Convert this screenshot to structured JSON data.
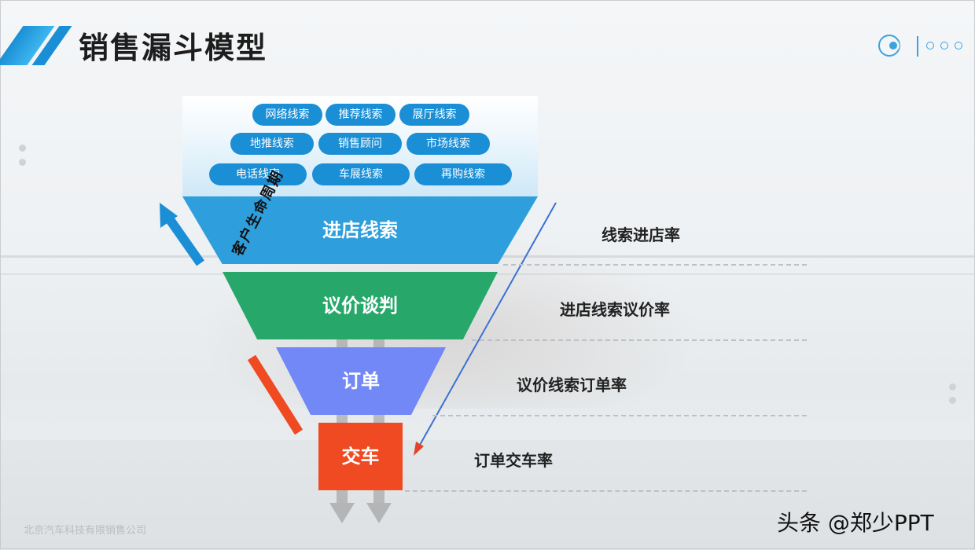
{
  "title": "销售漏斗模型",
  "sources": [
    "网络线索",
    "推荐线索",
    "展厅线索",
    "地推线索",
    "销售顾问",
    "市场线索",
    "电话线索",
    "车展线索",
    "再购线索"
  ],
  "stages": [
    "进店线索",
    "议价谈判",
    "订单",
    "交车"
  ],
  "rates": [
    "线索进店率",
    "进店线索议价率",
    "议价线索订单率",
    "订单交车率"
  ],
  "lifecycle_label": "客户生命周期",
  "footer": "北京汽车科技有限销售公司",
  "watermark": "头条 @郑少PPT",
  "colors": {
    "blue": "#2e9fdc",
    "green": "#27a86a",
    "purple": "#7188f6",
    "orange": "#f04a22",
    "pill": "#1a8fd6"
  }
}
